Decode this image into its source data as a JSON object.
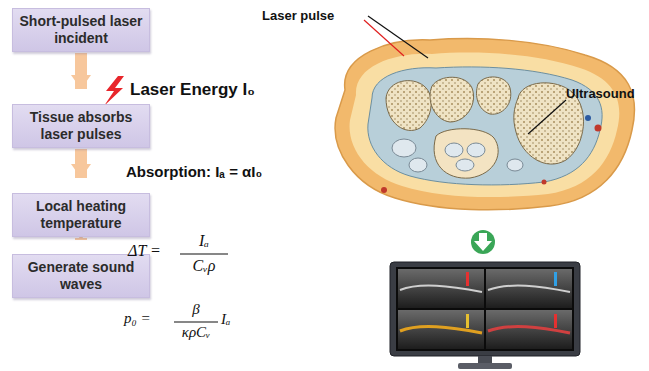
{
  "diagram": {
    "nodes": [
      {
        "text": [
          "Short-pulsed laser incident"
        ]
      },
      {
        "text": [
          "Tissue absorbs laser pulses"
        ]
      },
      {
        "text": [
          "Local heating temperature"
        ]
      },
      {
        "text": [
          "Generate sound waves"
        ]
      }
    ],
    "edges": [
      {
        "from": 0,
        "to": 1,
        "arrow": "to"
      },
      {
        "from": 1,
        "to": 2,
        "arrow": "to"
      },
      {
        "from": 2,
        "to": 3,
        "arrow": "to"
      }
    ],
    "labels": [
      "Laser Energy I₀",
      "Absorption: Iₐ = αI₀",
      "ΔT =",
      "Iₐ",
      "Cᵥρ",
      "p₀ =",
      "β",
      "κρCᵥ",
      "Iₐ",
      "Laser pulse",
      "Ultrasound"
    ]
  }
}
